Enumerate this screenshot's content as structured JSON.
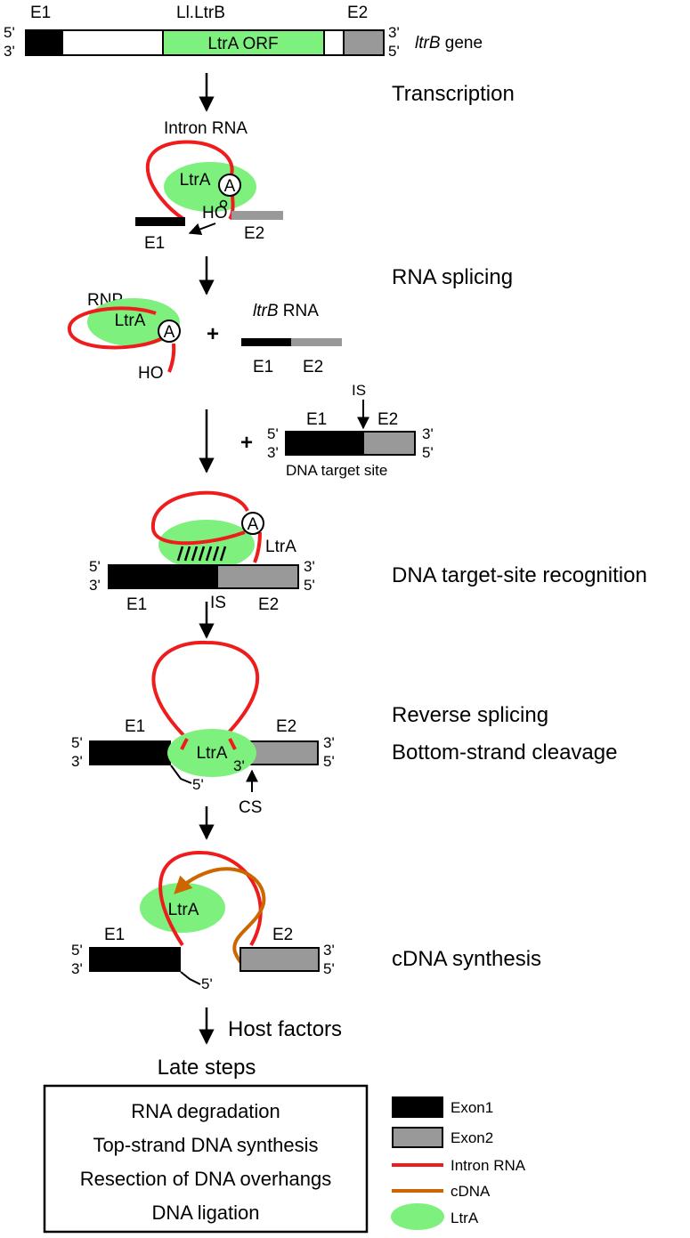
{
  "colors": {
    "exon1": "#000000",
    "exon2": "#999999",
    "intron_rna": "#ee1c1c",
    "cdna": "#cc6600",
    "ltra": "#7ef07e",
    "ltra_orf_box": "#7ef07e"
  },
  "gene": {
    "e1_label": "E1",
    "title": "Ll.LtrB",
    "e2_label": "E2",
    "orf_label": "LtrA ORF",
    "left_top": "5'",
    "left_bottom": "3'",
    "right_top": "3'",
    "right_bottom": "5'",
    "gene_name_italic": "ltrB",
    "gene_name_suffix": " gene"
  },
  "steps": {
    "transcription": "Transcription",
    "rna_splicing": "RNA splicing",
    "target_recognition": "DNA target-site recognition",
    "reverse_splicing": "Reverse splicing",
    "bottom_cleavage": "Bottom-strand cleavage",
    "cdna_synthesis": "cDNA synthesis",
    "host_factors": "Host factors",
    "late_steps": "Late steps"
  },
  "panel_splicing": {
    "intron_rna": "Intron RNA",
    "ltra": "LtrA",
    "a": "A",
    "ho": "HO",
    "e1": "E1",
    "e2": "E2"
  },
  "panel_rnp": {
    "rnp": "RNP",
    "ltra": "LtrA",
    "a": "A",
    "ho": "HO",
    "plus": "+",
    "rna_italic": "ltrB",
    "rna_suffix": " RNA",
    "e1": "E1",
    "e2": "E2"
  },
  "panel_target": {
    "plus": "+",
    "is": "IS",
    "e1": "E1",
    "e2": "E2",
    "left_top": "5'",
    "left_bottom": "3'",
    "right_top": "3'",
    "right_bottom": "5'",
    "caption": "DNA target site"
  },
  "panel_recognition": {
    "a": "A",
    "ltra": "LtrA",
    "left_top": "5'",
    "left_bottom": "3'",
    "right_top": "3'",
    "right_bottom": "5'",
    "e1": "E1",
    "is": "IS",
    "e2": "E2"
  },
  "panel_reverse": {
    "e1": "E1",
    "e2": "E2",
    "ltra": "LtrA",
    "left_top": "5'",
    "left_bottom": "3'",
    "right_top": "3'",
    "right_bottom": "5'",
    "five": "5'",
    "three": "3'",
    "cs": "CS"
  },
  "panel_cdna": {
    "ltra": "LtrA",
    "e1": "E1",
    "e2": "E2",
    "left_top": "5'",
    "left_bottom": "3'",
    "right_top": "3'",
    "right_bottom": "5'",
    "five": "5'"
  },
  "late_box": {
    "items": [
      "RNA degradation",
      "Top-strand DNA synthesis",
      "Resection of DNA overhangs",
      "DNA ligation"
    ]
  },
  "legend": {
    "exon1": "Exon1",
    "exon2": "Exon2",
    "intron_rna": "Intron RNA",
    "cdna": "cDNA",
    "ltra": "LtrA"
  }
}
